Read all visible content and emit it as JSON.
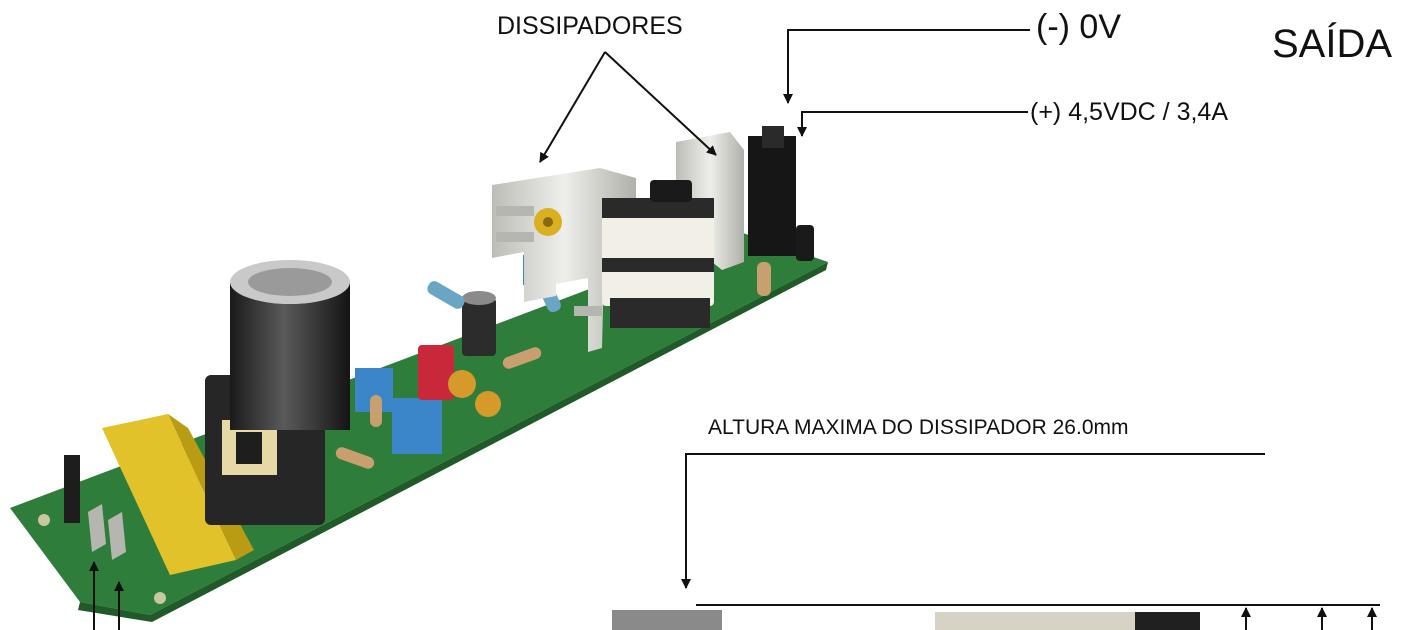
{
  "labels": {
    "dissipadores": "DISSIPADORES",
    "negative_output": "(-) 0V",
    "saida": "SAÍDA",
    "positive_output": "(+) 4,5VDC / 3,4A",
    "altura_maxima": "ALTURA MAXIMA DO DISSIPADOR 26.0mm"
  },
  "colors": {
    "pcb_green": "#2f7d3a",
    "capacitor_yellow": "#e2c22a",
    "electrolytic_black": "#2a2a2a",
    "heatsink_silver": "#d4d4d0",
    "film_cap_blue": "#3a86c8",
    "film_cap_red": "#c8283a",
    "transformer_white": "#f1efe6"
  },
  "components": [
    "pcb-board",
    "x-capacitor",
    "input-inductor",
    "electrolytic-capacitor",
    "film-capacitor-blue",
    "film-capacitor-red",
    "resistor",
    "heatsink",
    "transformer",
    "output-connector"
  ]
}
